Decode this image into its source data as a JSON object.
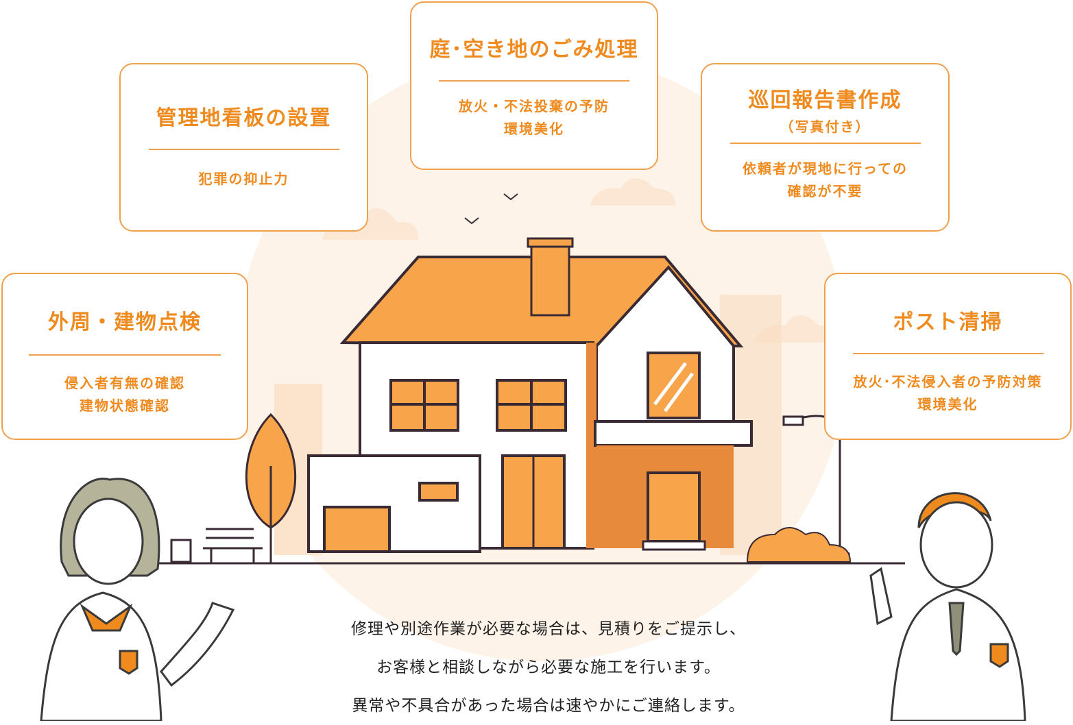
{
  "cards": [
    {
      "id": "inspection",
      "title": "外周・建物点検",
      "lines": [
        "侵入者有無の確認",
        "建物状態確認"
      ]
    },
    {
      "id": "signboard",
      "title": "管理地看板の設置",
      "lines": [
        "犯罪の抑止力"
      ]
    },
    {
      "id": "garbage",
      "title": "庭･空き地のごみ処理",
      "lines": [
        "放火・不法投棄の予防",
        "環境美化"
      ]
    },
    {
      "id": "report",
      "title": "巡回報告書作成",
      "subtitle": "（写真付き）",
      "lines": [
        "依頼者が現地に行っての",
        "確認が不要"
      ]
    },
    {
      "id": "mailbox",
      "title": "ポスト清掃",
      "lines": [
        "放火･不法侵入者の予防対策",
        "環境美化"
      ]
    }
  ],
  "message": [
    "修理や別途作業が必要な場合は、見積りをご提示し、",
    "お客様と相談しながら必要な施工を行います。",
    "異常や不具合があった場合は速やかにご連絡します。"
  ],
  "colors": {
    "accent": "#ef8a1f",
    "border": "#f0a04b",
    "house": "#f7a44a",
    "outline": "#3a2a33",
    "bg_circle": "#fdf3e9"
  }
}
